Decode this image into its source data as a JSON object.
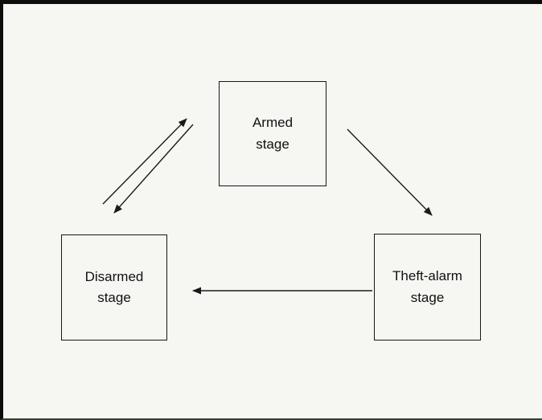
{
  "diagram": {
    "title": "",
    "nodes": [
      {
        "id": "armed",
        "label": "Armed\nstage"
      },
      {
        "id": "disarmed",
        "label": "Disarmed\nstage"
      },
      {
        "id": "theft_alarm",
        "label": "Theft-alarm\nstage"
      }
    ],
    "edges": [
      {
        "id": "disarmed-to-armed",
        "from": "disarmed",
        "to": "armed"
      },
      {
        "id": "armed-to-disarmed",
        "from": "armed",
        "to": "disarmed"
      },
      {
        "id": "armed-to-theft-alarm",
        "from": "armed",
        "to": "theft_alarm"
      },
      {
        "id": "theft-alarm-to-disarmed",
        "from": "theft_alarm",
        "to": "disarmed"
      }
    ],
    "colors": {
      "background": "#f6f6f3",
      "node_border": "#161616",
      "line": "#1a1a1a",
      "frame": "#0c0c0c"
    }
  }
}
